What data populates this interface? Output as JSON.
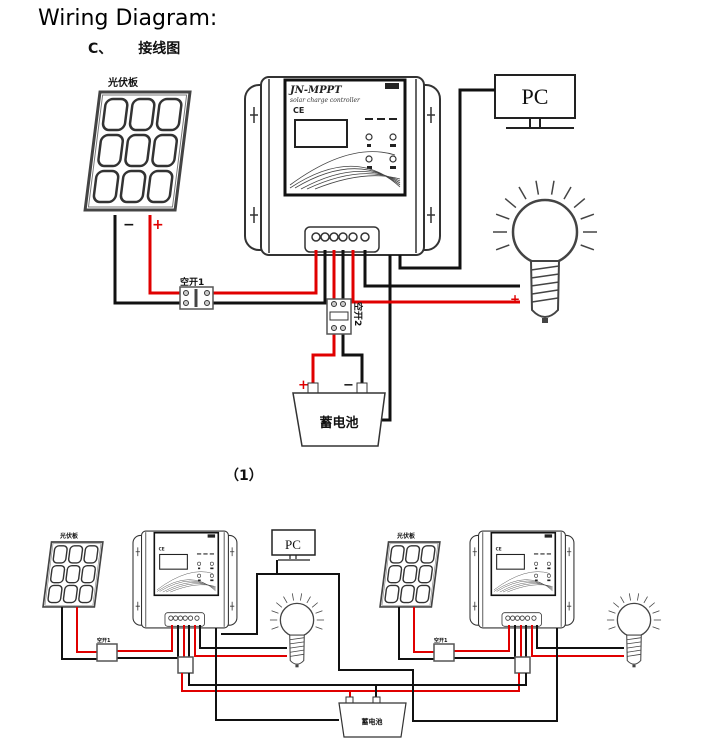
{
  "header": {
    "title": "Wiring Diagram:",
    "prefix": "C、",
    "subtitle": "接线图"
  },
  "labels": {
    "solar_panel": "光伏板",
    "pc": "PC",
    "battery": "蓄电池",
    "switch1": "空开1",
    "switch2": "空开2",
    "device_model": "JN-MPPT",
    "device_sub": "solar charge controller",
    "ce": "CE",
    "plus": "+",
    "minus": "−",
    "figure": "（1）"
  },
  "colors": {
    "positive_wire": "#e00000",
    "negative_wire": "#111111"
  }
}
